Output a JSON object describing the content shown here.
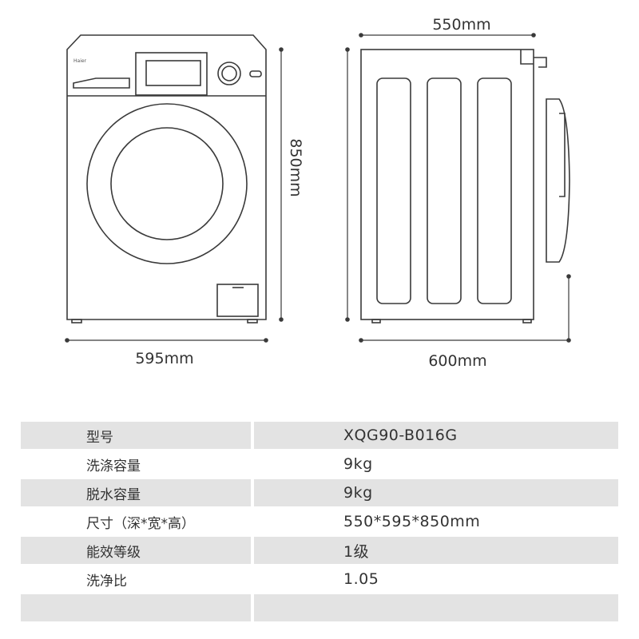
{
  "dimensions": {
    "front_width": "595mm",
    "height": "850mm",
    "side_top_depth": "550mm",
    "side_bottom_depth": "600mm"
  },
  "brand_logo": "Haier",
  "specs": [
    {
      "label": "型号",
      "value": "XQG90-B016G"
    },
    {
      "label": "洗涤容量",
      "value": "9kg"
    },
    {
      "label": "脱水容量",
      "value": "9kg"
    },
    {
      "label": "尺寸（深*宽*高）",
      "value": "550*595*850mm"
    },
    {
      "label": "能效等级",
      "value": "1级"
    },
    {
      "label": "洗净比",
      "value": "1.05"
    },
    {
      "label": "",
      "value": ""
    }
  ],
  "colors": {
    "line": "#3a3a3a",
    "row_shade": "#e3e3e3",
    "text": "#333333"
  }
}
